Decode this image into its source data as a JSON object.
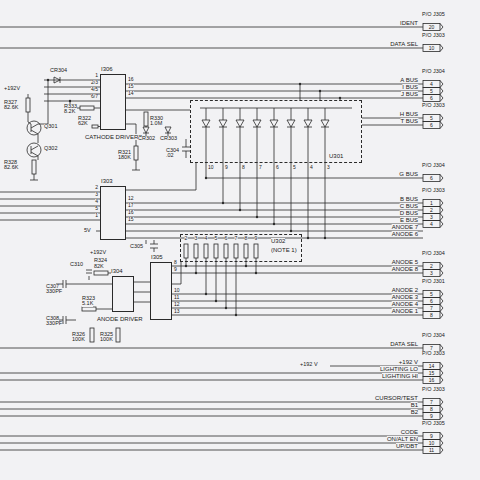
{
  "diagram": {
    "nodes": [
      {
        "text": [
          "I306",
          "CATHODE DRIVERS"
        ]
      },
      {
        "text": [
          "U301"
        ]
      },
      {
        "text": [
          "I303"
        ]
      },
      {
        "text": [
          "U302",
          "(NOTE 1)"
        ]
      },
      {
        "text": [
          "I304",
          "ANODE DRIVER"
        ]
      },
      {
        "text": [
          "I305"
        ]
      }
    ],
    "edges": [
      {
        "from": 0,
        "to": 1,
        "arrow": "none"
      },
      {
        "from": 2,
        "to": 1,
        "arrow": "none"
      },
      {
        "from": 4,
        "to": 5,
        "arrow": "none"
      },
      {
        "from": 5,
        "to": 3,
        "arrow": "none"
      }
    ],
    "labels": [
      "P/O J305",
      "IDENT",
      "20",
      "P/O J303",
      "DATA SEL",
      "10",
      "P/O J304",
      "A BUS",
      "I BUS",
      "J BUS",
      "4",
      "5",
      "6",
      "P/O J303",
      "H BUS",
      "T BUS",
      "5",
      "6",
      "P/O J304",
      "G BUS",
      "6",
      "P/O J303",
      "B BUS",
      "C BUS",
      "D BUS",
      "E BUS",
      "ANODE 7",
      "ANODE 6",
      "1",
      "2",
      "3",
      "4",
      "P/O J304",
      "ANODE 5",
      "ANODE 8",
      "2",
      "3",
      "P/O J301",
      "ANODE 2",
      "ANODE 3",
      "ANODE 4",
      "ANODE 1",
      "5",
      "6",
      "7",
      "8",
      "P/O J304",
      "DATA SEL",
      "7",
      "P/O J303",
      "+192 V",
      "LIGHTING LO",
      "LIGHTING HI",
      "14",
      "15",
      "16",
      "P/O J303",
      "CURSOR/TEST",
      "B1",
      "B2",
      "7",
      "8",
      "9",
      "P/O J305",
      "CODE",
      "ON/ALT EN",
      "UP/DBT",
      "9",
      "10",
      "11",
      "+192V",
      "CR304",
      "R327",
      "82.6K",
      "R333",
      "8.2K",
      "R322",
      "62K",
      "Q301",
      "Q302",
      "R328",
      "82.6K",
      "R330",
      "1.0M",
      "CR302",
      "CR303",
      "R321",
      "180K",
      "C304",
      ".02",
      "5V",
      "C305",
      "+192V",
      "R324",
      "82K",
      "C310",
      "C307",
      "330PF",
      "R323",
      "5.1K",
      "C308",
      "330PF",
      "R326",
      "100K",
      "R325",
      "100K",
      "+192 V",
      "1",
      "2/3",
      "4/5",
      "6/7",
      "16",
      "15",
      "14",
      "2",
      "3",
      "4",
      "5",
      "1",
      "12",
      "17",
      "16",
      "15",
      "8",
      "9",
      "10",
      "11",
      "12",
      "13",
      "10",
      "9",
      "8",
      "7",
      "6",
      "5",
      "4",
      "3",
      "2",
      "3",
      "4",
      "5",
      "6",
      "7",
      "8",
      "9"
    ]
  }
}
